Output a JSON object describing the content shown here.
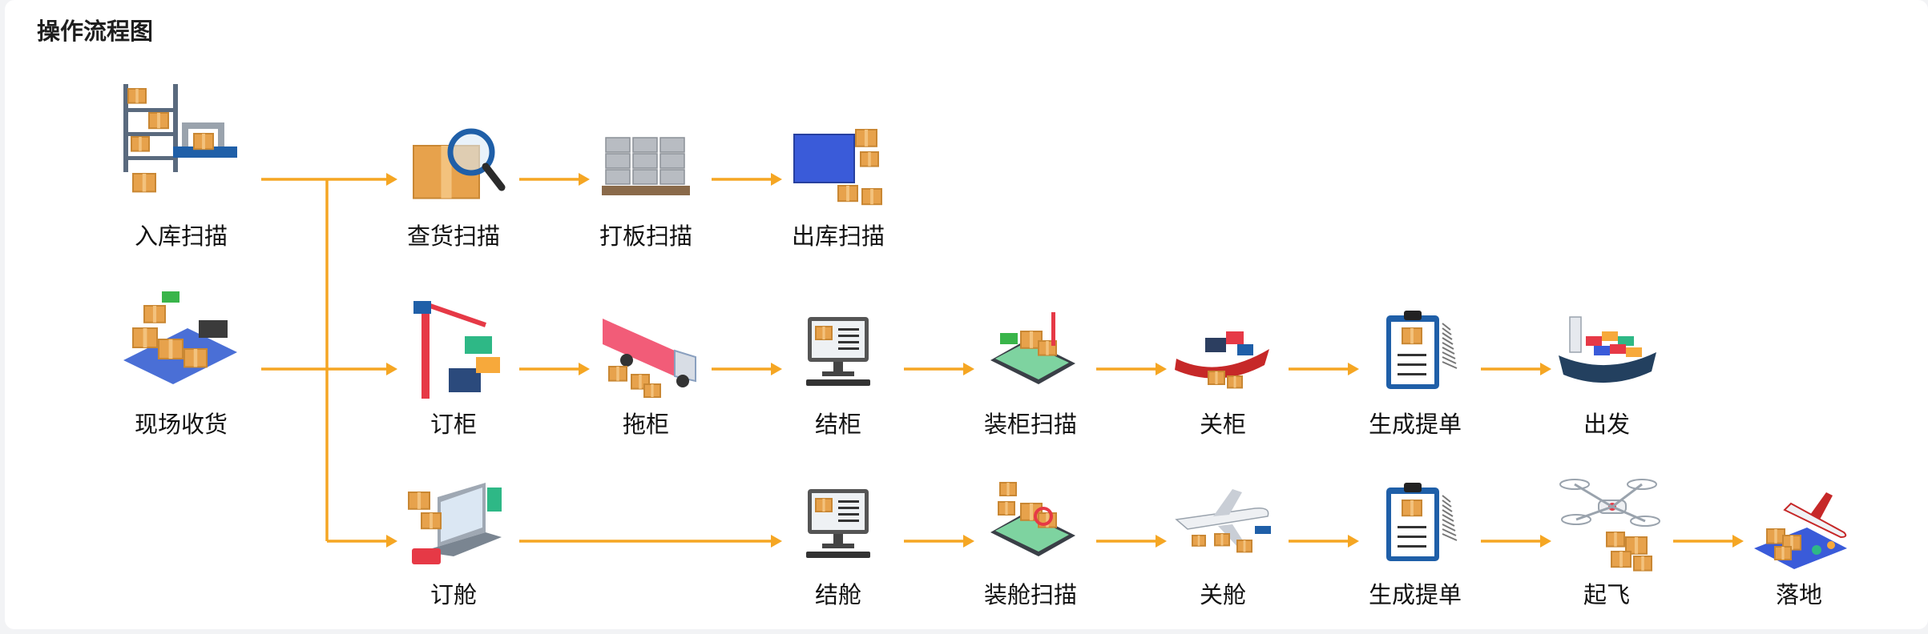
{
  "header": {
    "title": "操作流程图"
  },
  "colors": {
    "arrow": "#f5a623",
    "box": "#e7a24c",
    "box_dark": "#c98733",
    "blue": "#1f5fa8",
    "navy": "#2c3e60"
  },
  "nodes": [
    {
      "id": "inbound_scan",
      "label": "入库扫描",
      "icon": "warehouse-scan-icon"
    },
    {
      "id": "onsite_receive",
      "label": "现场收货",
      "icon": "goods-receiving-icon"
    },
    {
      "id": "check_scan",
      "label": "查货扫描",
      "icon": "box-magnifier-icon"
    },
    {
      "id": "pallet_scan",
      "label": "打板扫描",
      "icon": "pallet-stack-icon"
    },
    {
      "id": "outbound_scan",
      "label": "出库扫描",
      "icon": "container-unload-icon"
    },
    {
      "id": "book_container",
      "label": "订柜",
      "icon": "crane-container-icon"
    },
    {
      "id": "drayage",
      "label": "拖柜",
      "icon": "truck-icon"
    },
    {
      "id": "close_sea",
      "label": "结柜",
      "icon": "computer-icon"
    },
    {
      "id": "load_scan",
      "label": "装柜扫描",
      "icon": "tablet-loading-icon"
    },
    {
      "id": "seal",
      "label": "关柜",
      "icon": "ship-loading-icon"
    },
    {
      "id": "bl_sea",
      "label": "生成提单",
      "icon": "clipboard-icon"
    },
    {
      "id": "depart",
      "label": "出发",
      "icon": "cargo-ship-icon"
    },
    {
      "id": "book_air",
      "label": "订舱",
      "icon": "laptop-booking-icon"
    },
    {
      "id": "close_air",
      "label": "结舱",
      "icon": "computer-icon"
    },
    {
      "id": "cabin_scan",
      "label": "装舱扫描",
      "icon": "tablet-scan-icon"
    },
    {
      "id": "close_cabin",
      "label": "关舱",
      "icon": "airplane-loading-icon"
    },
    {
      "id": "bl_air",
      "label": "生成提单",
      "icon": "clipboard-icon"
    },
    {
      "id": "takeoff",
      "label": "起飞",
      "icon": "drone-icon"
    },
    {
      "id": "landing",
      "label": "落地",
      "icon": "plane-landing-icon"
    }
  ]
}
